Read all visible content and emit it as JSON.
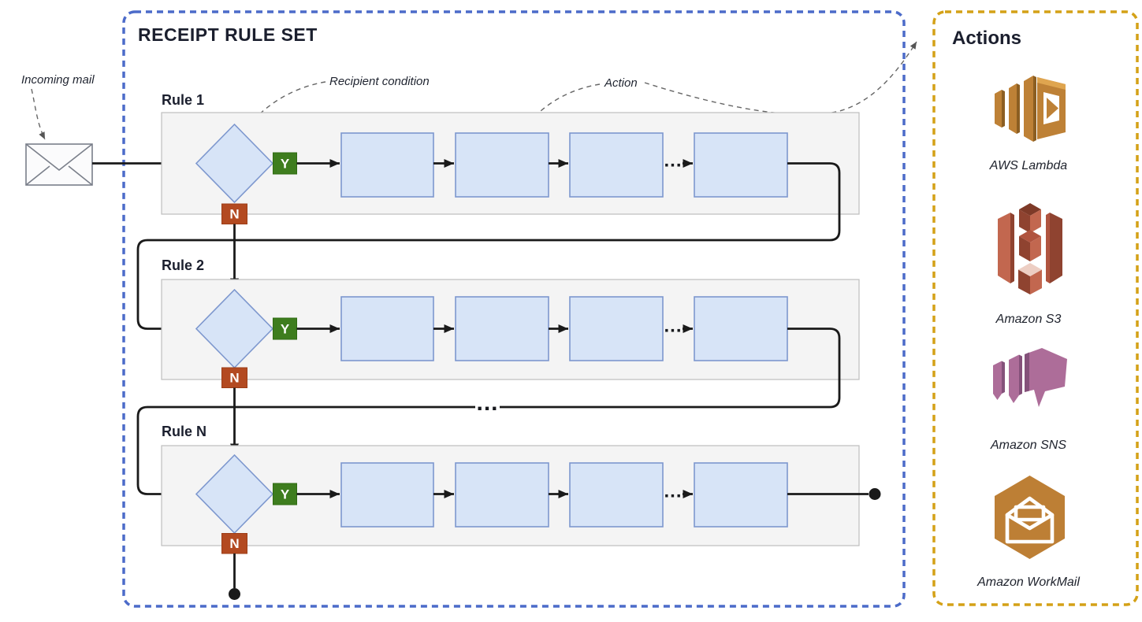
{
  "incoming_mail": {
    "label": "Incoming mail"
  },
  "annotations": {
    "recipient_condition": "Recipient condition",
    "action": "Action"
  },
  "rule_set": {
    "title": "RECEIPT RULE SET",
    "rules": [
      {
        "label": "Rule 1",
        "condition_yes": "Y",
        "condition_no": "N"
      },
      {
        "label": "Rule 2",
        "condition_yes": "Y",
        "condition_no": "N"
      },
      {
        "label": "Rule N",
        "condition_yes": "Y",
        "condition_no": "N"
      }
    ],
    "action_ellipsis": "...",
    "more_rules_ellipsis": "..."
  },
  "actions_panel": {
    "title": "Actions",
    "services": [
      {
        "name": "AWS Lambda",
        "icon": "aws-lambda-icon"
      },
      {
        "name": "Amazon S3",
        "icon": "amazon-s3-icon"
      },
      {
        "name": "Amazon SNS",
        "icon": "amazon-sns-icon"
      },
      {
        "name": "Amazon WorkMail",
        "icon": "amazon-workmail-icon"
      }
    ]
  },
  "colors": {
    "rule_set_border": "#4C6BC9",
    "actions_border": "#D4A117",
    "yes_green": "#3E7D1E",
    "yes_green_border": "#2F6B12",
    "no_red": "#B34A21",
    "no_red_border": "#9C3D17",
    "shape_fill": "#D7E4F7",
    "shape_stroke": "#7D97CE",
    "line_black": "#1a1a1a",
    "lambda_orange": "#BE8136",
    "s3_brick": "#B0543F",
    "sns_mauve": "#AD6D99",
    "workmail_tan": "#BD7F35"
  }
}
